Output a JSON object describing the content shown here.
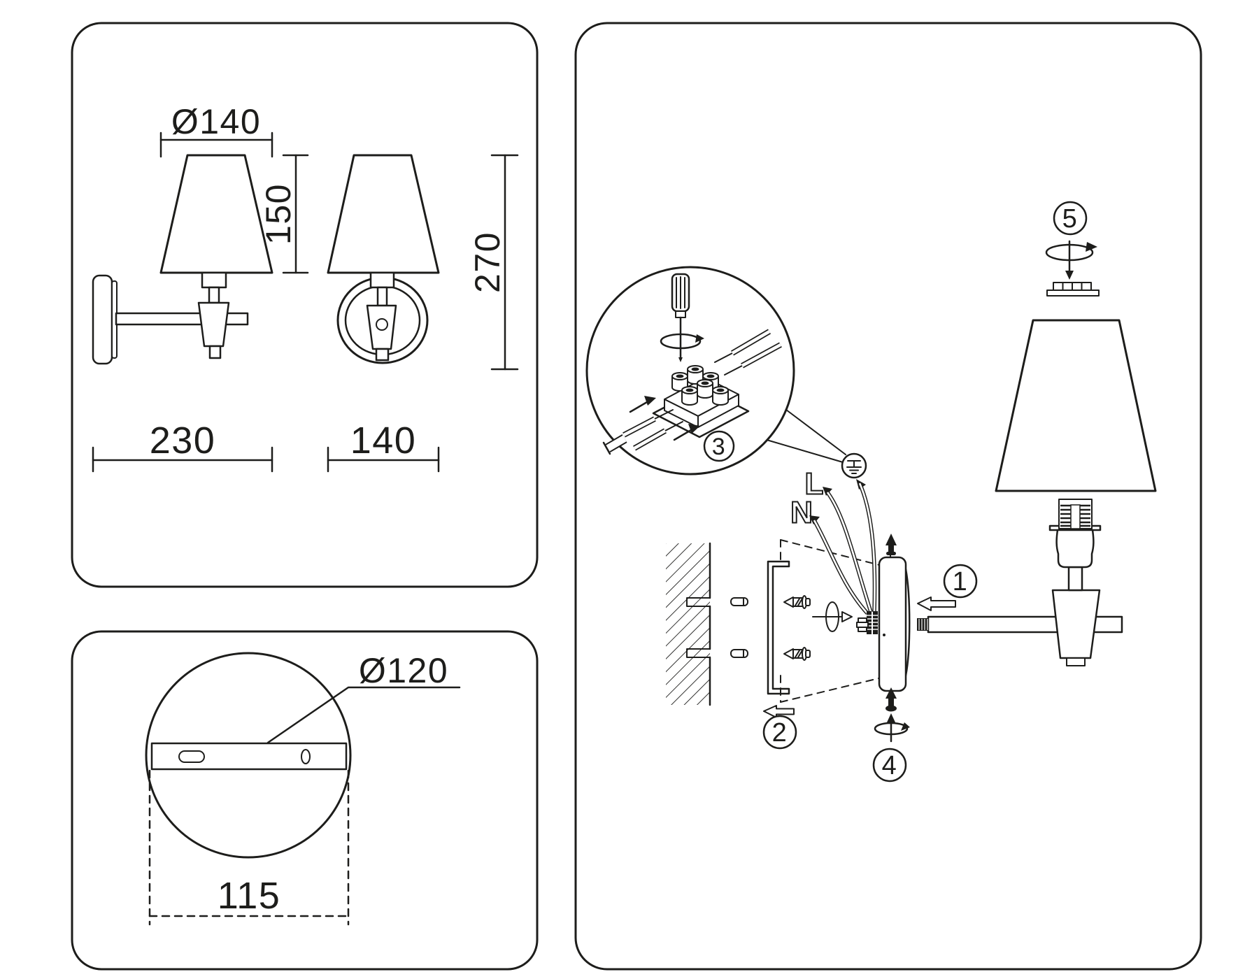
{
  "document_type": "wall-lamp installation and dimensions diagram",
  "colors": {
    "ink": "#1d1d1b",
    "paper": "#ffffff"
  },
  "panel_dimensions": {
    "labels": {
      "shade_diameter": "Ø140",
      "shade_height": "150",
      "fixture_height": "270",
      "fixture_depth": "230",
      "fixture_width": "140"
    }
  },
  "panel_backplate": {
    "labels": {
      "plate_diameter": "Ø120",
      "mount_spacing": "115"
    }
  },
  "panel_install": {
    "steps": [
      "1",
      "2",
      "3",
      "4",
      "5"
    ],
    "wires": {
      "live": "L",
      "neutral": "N"
    },
    "icons": [
      "screwdriver-icon",
      "rotate-arrow-icon",
      "ground-symbol-icon",
      "direction-arrow-icon",
      "screw-icon",
      "wall-anchor-icon"
    ]
  }
}
